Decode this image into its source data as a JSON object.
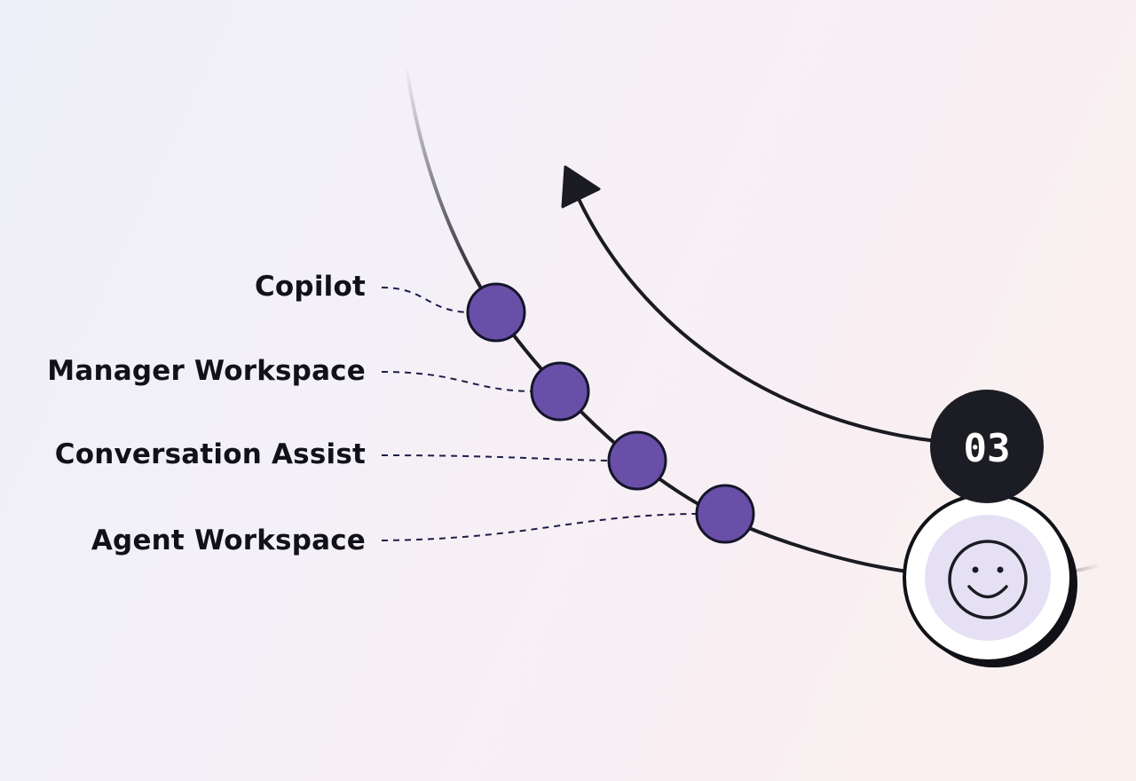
{
  "diagram": {
    "step_number": "03",
    "milestones": [
      {
        "label": "Copilot"
      },
      {
        "label": "Manager Workspace"
      },
      {
        "label": "Conversation Assist"
      },
      {
        "label": "Agent Workspace"
      }
    ],
    "avatar_icon": "smiley-face-icon",
    "arrow_icon": "arrowhead-icon",
    "colors": {
      "milestone_fill": "#6a4fa8",
      "stroke": "#1b1b22",
      "badge": "#1c1d24",
      "avatar_inner": "#e6e0f5"
    }
  }
}
